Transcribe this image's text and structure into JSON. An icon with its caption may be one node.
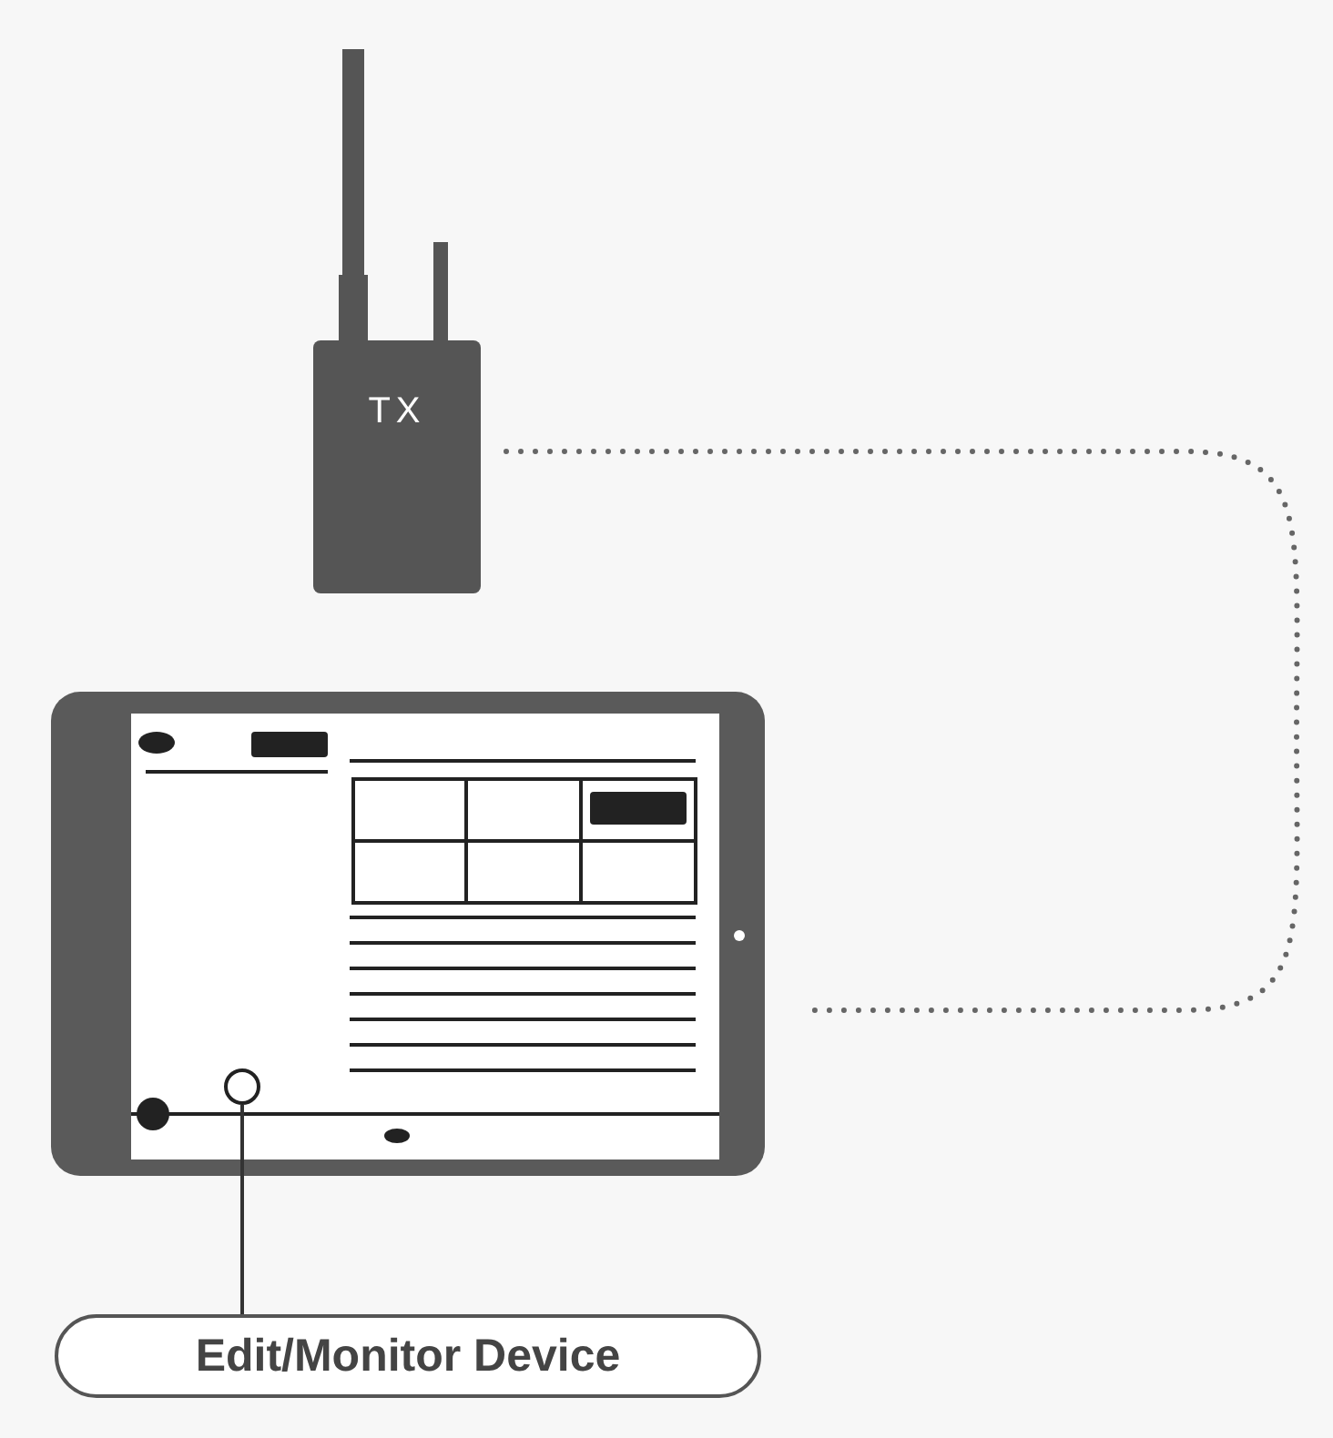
{
  "diagram": {
    "nodes": [
      {
        "text": [
          "TX"
        ]
      },
      {
        "text": [],
        "shape": "picture"
      },
      {
        "text": [],
        "shape": "circle",
        "in": 1
      },
      {
        "text": [
          "Edit/Monitor Device"
        ]
      }
    ],
    "edges": [
      {
        "from": 0,
        "to": 1,
        "arrow": "none",
        "style": "dashed"
      },
      {
        "from": 3,
        "to": 2,
        "arrow": "none"
      }
    ]
  }
}
